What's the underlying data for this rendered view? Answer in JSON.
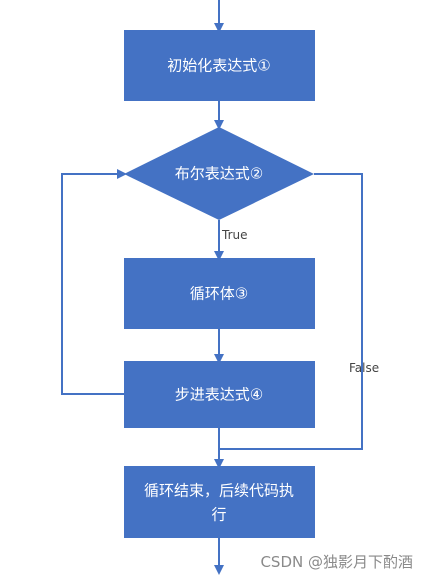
{
  "colors": {
    "node_fill": "#4472c4",
    "line": "#4472c4",
    "node_text": "#ffffff"
  },
  "nodes": {
    "init": "初始化表达式①",
    "condition": "布尔表达式②",
    "body": "循环体③",
    "step": "步进表达式④",
    "end_line1": "循环结束，后续代码执",
    "end_line2": "行"
  },
  "edges": {
    "true_label": "True",
    "false_label": "False"
  },
  "watermark": "CSDN @独影月下酌酒"
}
